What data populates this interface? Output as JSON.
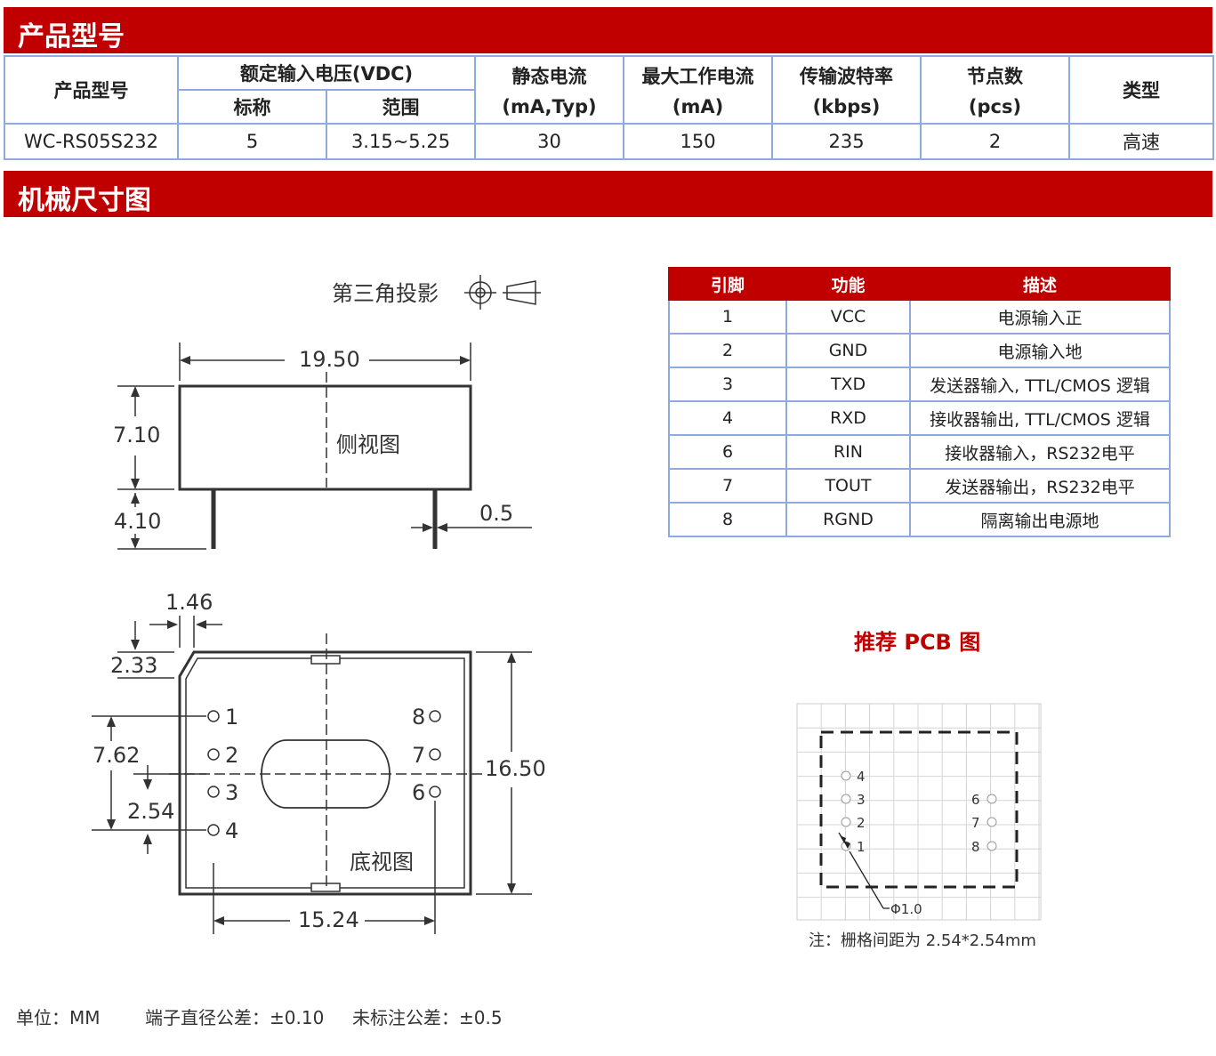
{
  "sections": {
    "model_title": "产品型号",
    "dimension_title": "机械尺寸图"
  },
  "spec_table": {
    "headers": {
      "model": "产品型号",
      "rated_voltage": "额定输入电压(VDC)",
      "nominal": "标称",
      "range": "范围",
      "quiescent_1": "静态电流",
      "quiescent_2": "(mA,Typ)",
      "maxcur_1": "最大工作电流",
      "maxcur_2": "(mA)",
      "baud_1": "传输波特率",
      "baud_2": "(kbps)",
      "nodes_1": "节点数",
      "nodes_2": "(pcs)",
      "type": "类型"
    },
    "row": {
      "model": "WC-RS05S232",
      "nominal": "5",
      "range": "3.15~5.25",
      "quiescent": "30",
      "maxcur": "150",
      "baud": "235",
      "nodes": "2",
      "type": "高速"
    }
  },
  "pin_table": {
    "headers": [
      "引脚",
      "功能",
      "描述"
    ],
    "rows": [
      [
        "1",
        "VCC",
        "电源输入正"
      ],
      [
        "2",
        "GND",
        "电源输入地"
      ],
      [
        "3",
        "TXD",
        "发送器输入, TTL/CMOS  逻辑"
      ],
      [
        "4",
        "RXD",
        "接收器输出, TTL/CMOS  逻辑"
      ],
      [
        "6",
        "RIN",
        "接收器输入，RS232电平"
      ],
      [
        "7",
        "TOUT",
        "发送器输出，RS232电平"
      ],
      [
        "8",
        "RGND",
        "隔离输出电源地"
      ]
    ]
  },
  "drawing": {
    "projection_label": "第三角投影",
    "side_view_label": "侧视图",
    "bottom_view_label": "底视图",
    "dim_width": "19.50",
    "dim_height": "7.10",
    "dim_pin_len": "4.10",
    "dim_pin_w": "0.5",
    "dim_146": "1.46",
    "dim_233": "2.33",
    "dim_762": "7.62",
    "dim_254": "2.54",
    "dim_1650": "16.50",
    "dim_1524": "15.24",
    "pins_left": [
      "1",
      "2",
      "3",
      "4"
    ],
    "pins_right": [
      "8",
      "7",
      "6"
    ]
  },
  "pcb": {
    "title": "推荐 PCB 图",
    "pins_left": [
      "4",
      "3",
      "2",
      "1"
    ],
    "pins_right": [
      "6",
      "7",
      "8"
    ],
    "hole": "Φ1.0",
    "note": "注：栅格间距为 2.54*2.54mm"
  },
  "footer": {
    "unit": "单位：MM",
    "pin_tol": "端子直径公差：±0.10",
    "general_tol": "未标注公差：±0.5"
  }
}
